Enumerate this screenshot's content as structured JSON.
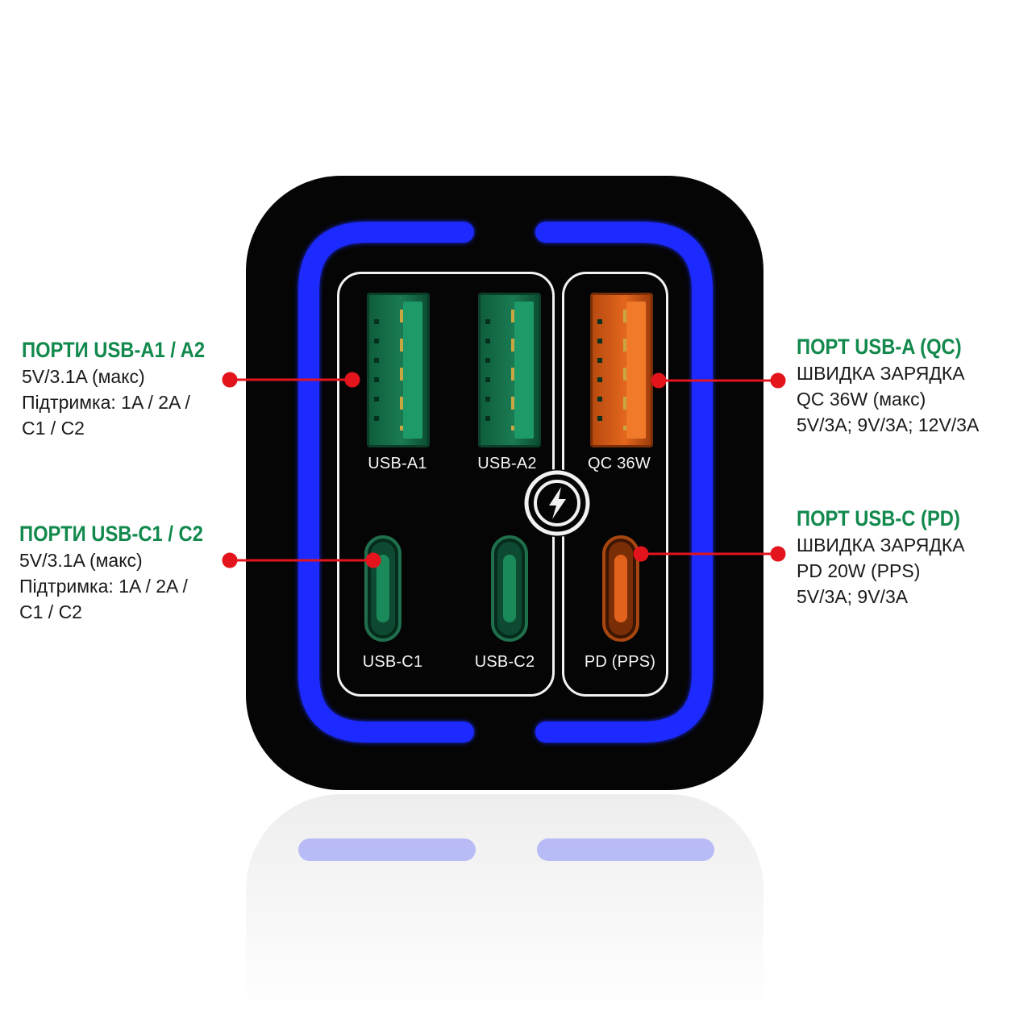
{
  "ports": {
    "usb_a1": "USB-A1",
    "usb_a2": "USB-A2",
    "qc": "QC 36W",
    "usb_c1": "USB-C1",
    "usb_c2": "USB-C2",
    "pd": "PD (PPS)"
  },
  "callouts": {
    "usb_a": {
      "title": "ПОРТИ USB-A1 / A2",
      "lines": [
        "5V/3.1A (макс)",
        "Підтримка: 1A / 2A /",
        "C1 / C2"
      ]
    },
    "usb_c": {
      "title": "ПОРТИ USB-C1 / C2",
      "lines": [
        "5V/3.1A (макс)",
        "Підтримка: 1A / 2A /",
        "C1 / C2"
      ]
    },
    "qc": {
      "title": "ПОРТ USB-A (QC)",
      "lines": [
        "ШВИДКА ЗАРЯДКА",
        "QC 36W (макс)",
        "5V/3A; 9V/3A; 12V/3A"
      ]
    },
    "pd": {
      "title": "ПОРТ USB-C (PD)",
      "lines": [
        "ШВИДКА ЗАРЯДКА",
        "PD 20W (PPS)",
        "5V/3A; 9V/3A"
      ]
    }
  },
  "colors": {
    "title_green": "#12894d",
    "leader_red": "#e3141c",
    "led_blue": "#1f2bff",
    "port_green": "#1a7a52",
    "port_orange": "#e2661c",
    "body": "#050505"
  },
  "icons": {
    "center_badge": "lightning-bolt-icon"
  }
}
